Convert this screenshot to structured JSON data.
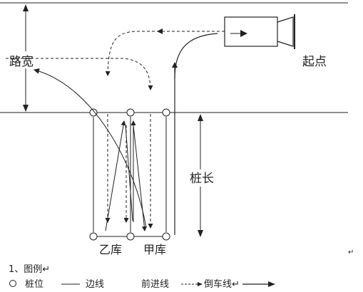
{
  "labels": {
    "road_width": "路宽",
    "start": "起点",
    "pile_length": "桩长",
    "garage_b": "乙库",
    "garage_a": "甲库",
    "return_mark_1": "↵",
    "return_mark_2": "↵"
  },
  "legend": {
    "heading": "1、图例↵",
    "items": [
      {
        "icon": "circle-icon",
        "label": "桩位"
      },
      {
        "icon": "solid-line-icon",
        "label": "边线"
      },
      {
        "icon": "none",
        "label": "前进线"
      },
      {
        "icon": "dashed-arrow-icon",
        "label": "倒车线↵"
      },
      {
        "icon": "solid-arrow-icon",
        "label": ""
      }
    ]
  },
  "colors": {
    "line": "#222222",
    "background": "#ffffff"
  }
}
